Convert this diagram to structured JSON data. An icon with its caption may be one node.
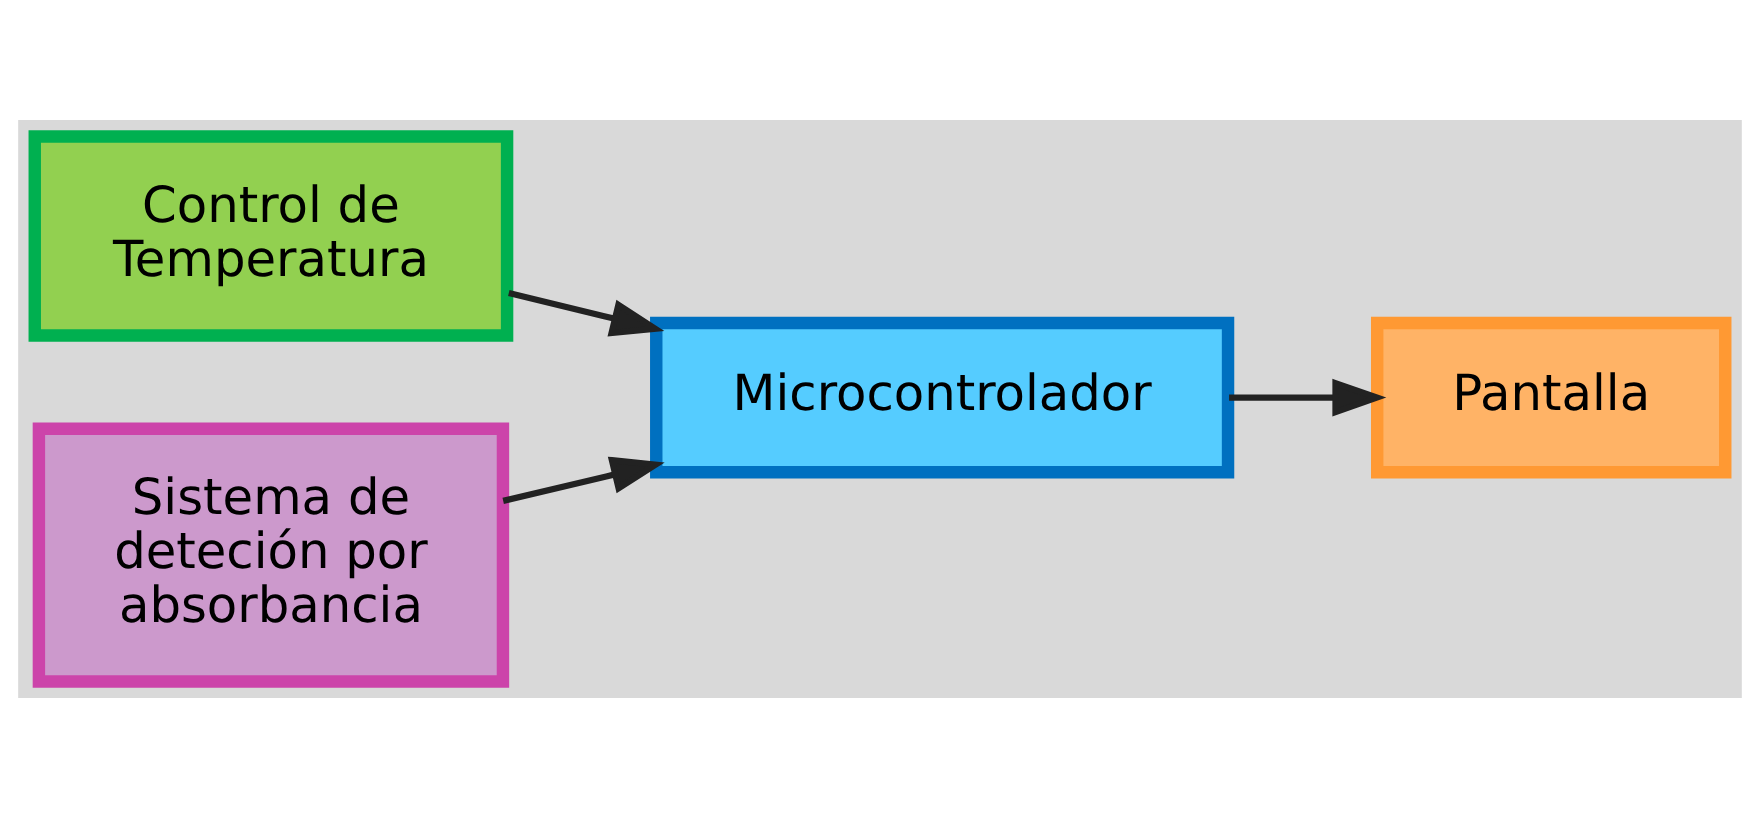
{
  "diagram": {
    "nodes": [
      {
        "text": [
          "Control de Temperatura"
        ]
      },
      {
        "text": [
          "Sistema de deteción por absorbancia"
        ]
      },
      {
        "text": [
          "Microcontrolador"
        ]
      },
      {
        "text": [
          "Pantalla"
        ]
      }
    ],
    "edges": [
      {
        "from": 0,
        "to": 2,
        "arrow": "to"
      },
      {
        "from": 1,
        "to": 2,
        "arrow": "to"
      },
      {
        "from": 2,
        "to": 3,
        "arrow": "to"
      }
    ]
  }
}
